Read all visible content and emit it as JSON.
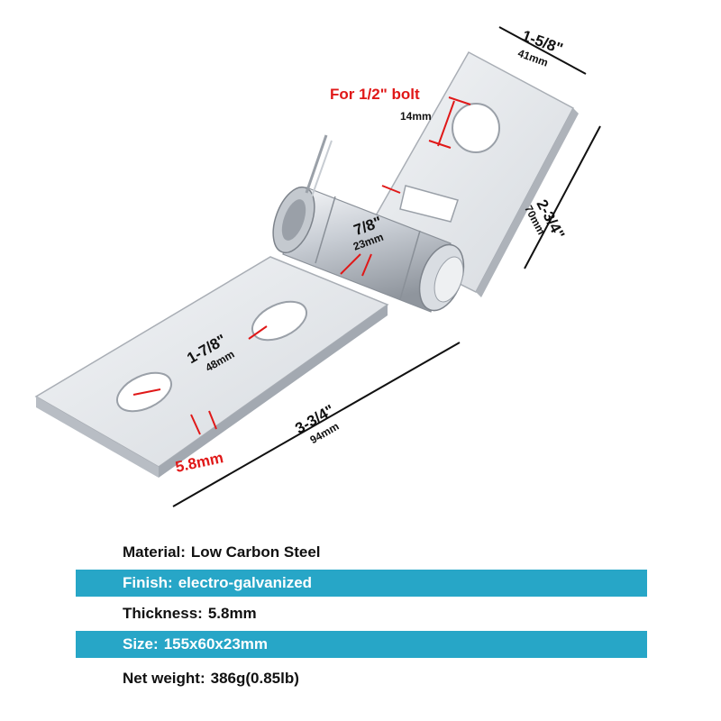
{
  "colors": {
    "accent_band": "#27a6c7",
    "dimension_red": "#e01818",
    "dimension_line": "#111111",
    "metal_light": "#eef0f3",
    "metal_mid": "#cfd3d9",
    "metal_dark": "#9aa0a8"
  },
  "dimensions": {
    "top_width_in": "1-5/8\"",
    "top_width_mm": "41mm",
    "bolt_label": "For 1/2\" bolt",
    "bolt_mm": "14mm",
    "height_in": "2-3/4\"",
    "height_mm": "70mm",
    "hinge_in": "7/8\"",
    "hinge_mm": "23mm",
    "hole_spacing_in": "1-7/8\"",
    "hole_spacing_mm": "48mm",
    "length_in": "3-3/4\"",
    "length_mm": "94mm",
    "thickness_mm": "5.8mm"
  },
  "specs": [
    {
      "label": "Material:",
      "value": "Low Carbon Steel"
    },
    {
      "label": "Finish:",
      "value": "electro-galvanized"
    },
    {
      "label": "Thickness:",
      "value": "5.8mm"
    },
    {
      "label": "Size:",
      "value": "155x60x23mm"
    },
    {
      "label": "Net weight:",
      "value": "386g(0.85lb)"
    }
  ]
}
